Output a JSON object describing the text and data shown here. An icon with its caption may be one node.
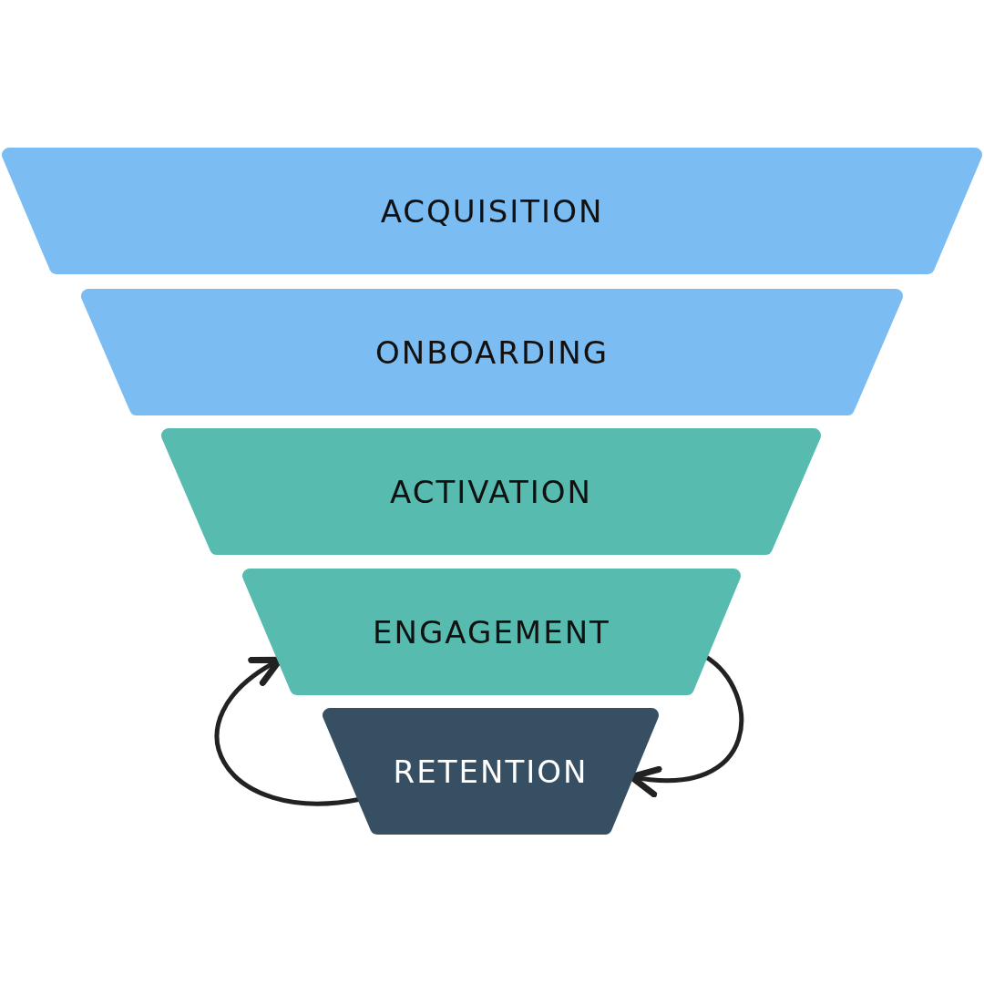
{
  "diagram": {
    "nodes": [
      {
        "text": [
          "ACQUISITION"
        ]
      },
      {
        "text": [
          "ONBOARDING"
        ]
      },
      {
        "text": [
          "ACTIVATION"
        ]
      },
      {
        "text": [
          "ENGAGEMENT"
        ]
      },
      {
        "text": [
          "RETENTION"
        ]
      }
    ],
    "edges": [
      {
        "from": 3,
        "to": 4,
        "arrow": "to"
      },
      {
        "from": 4,
        "to": 3,
        "arrow": "to"
      }
    ]
  }
}
